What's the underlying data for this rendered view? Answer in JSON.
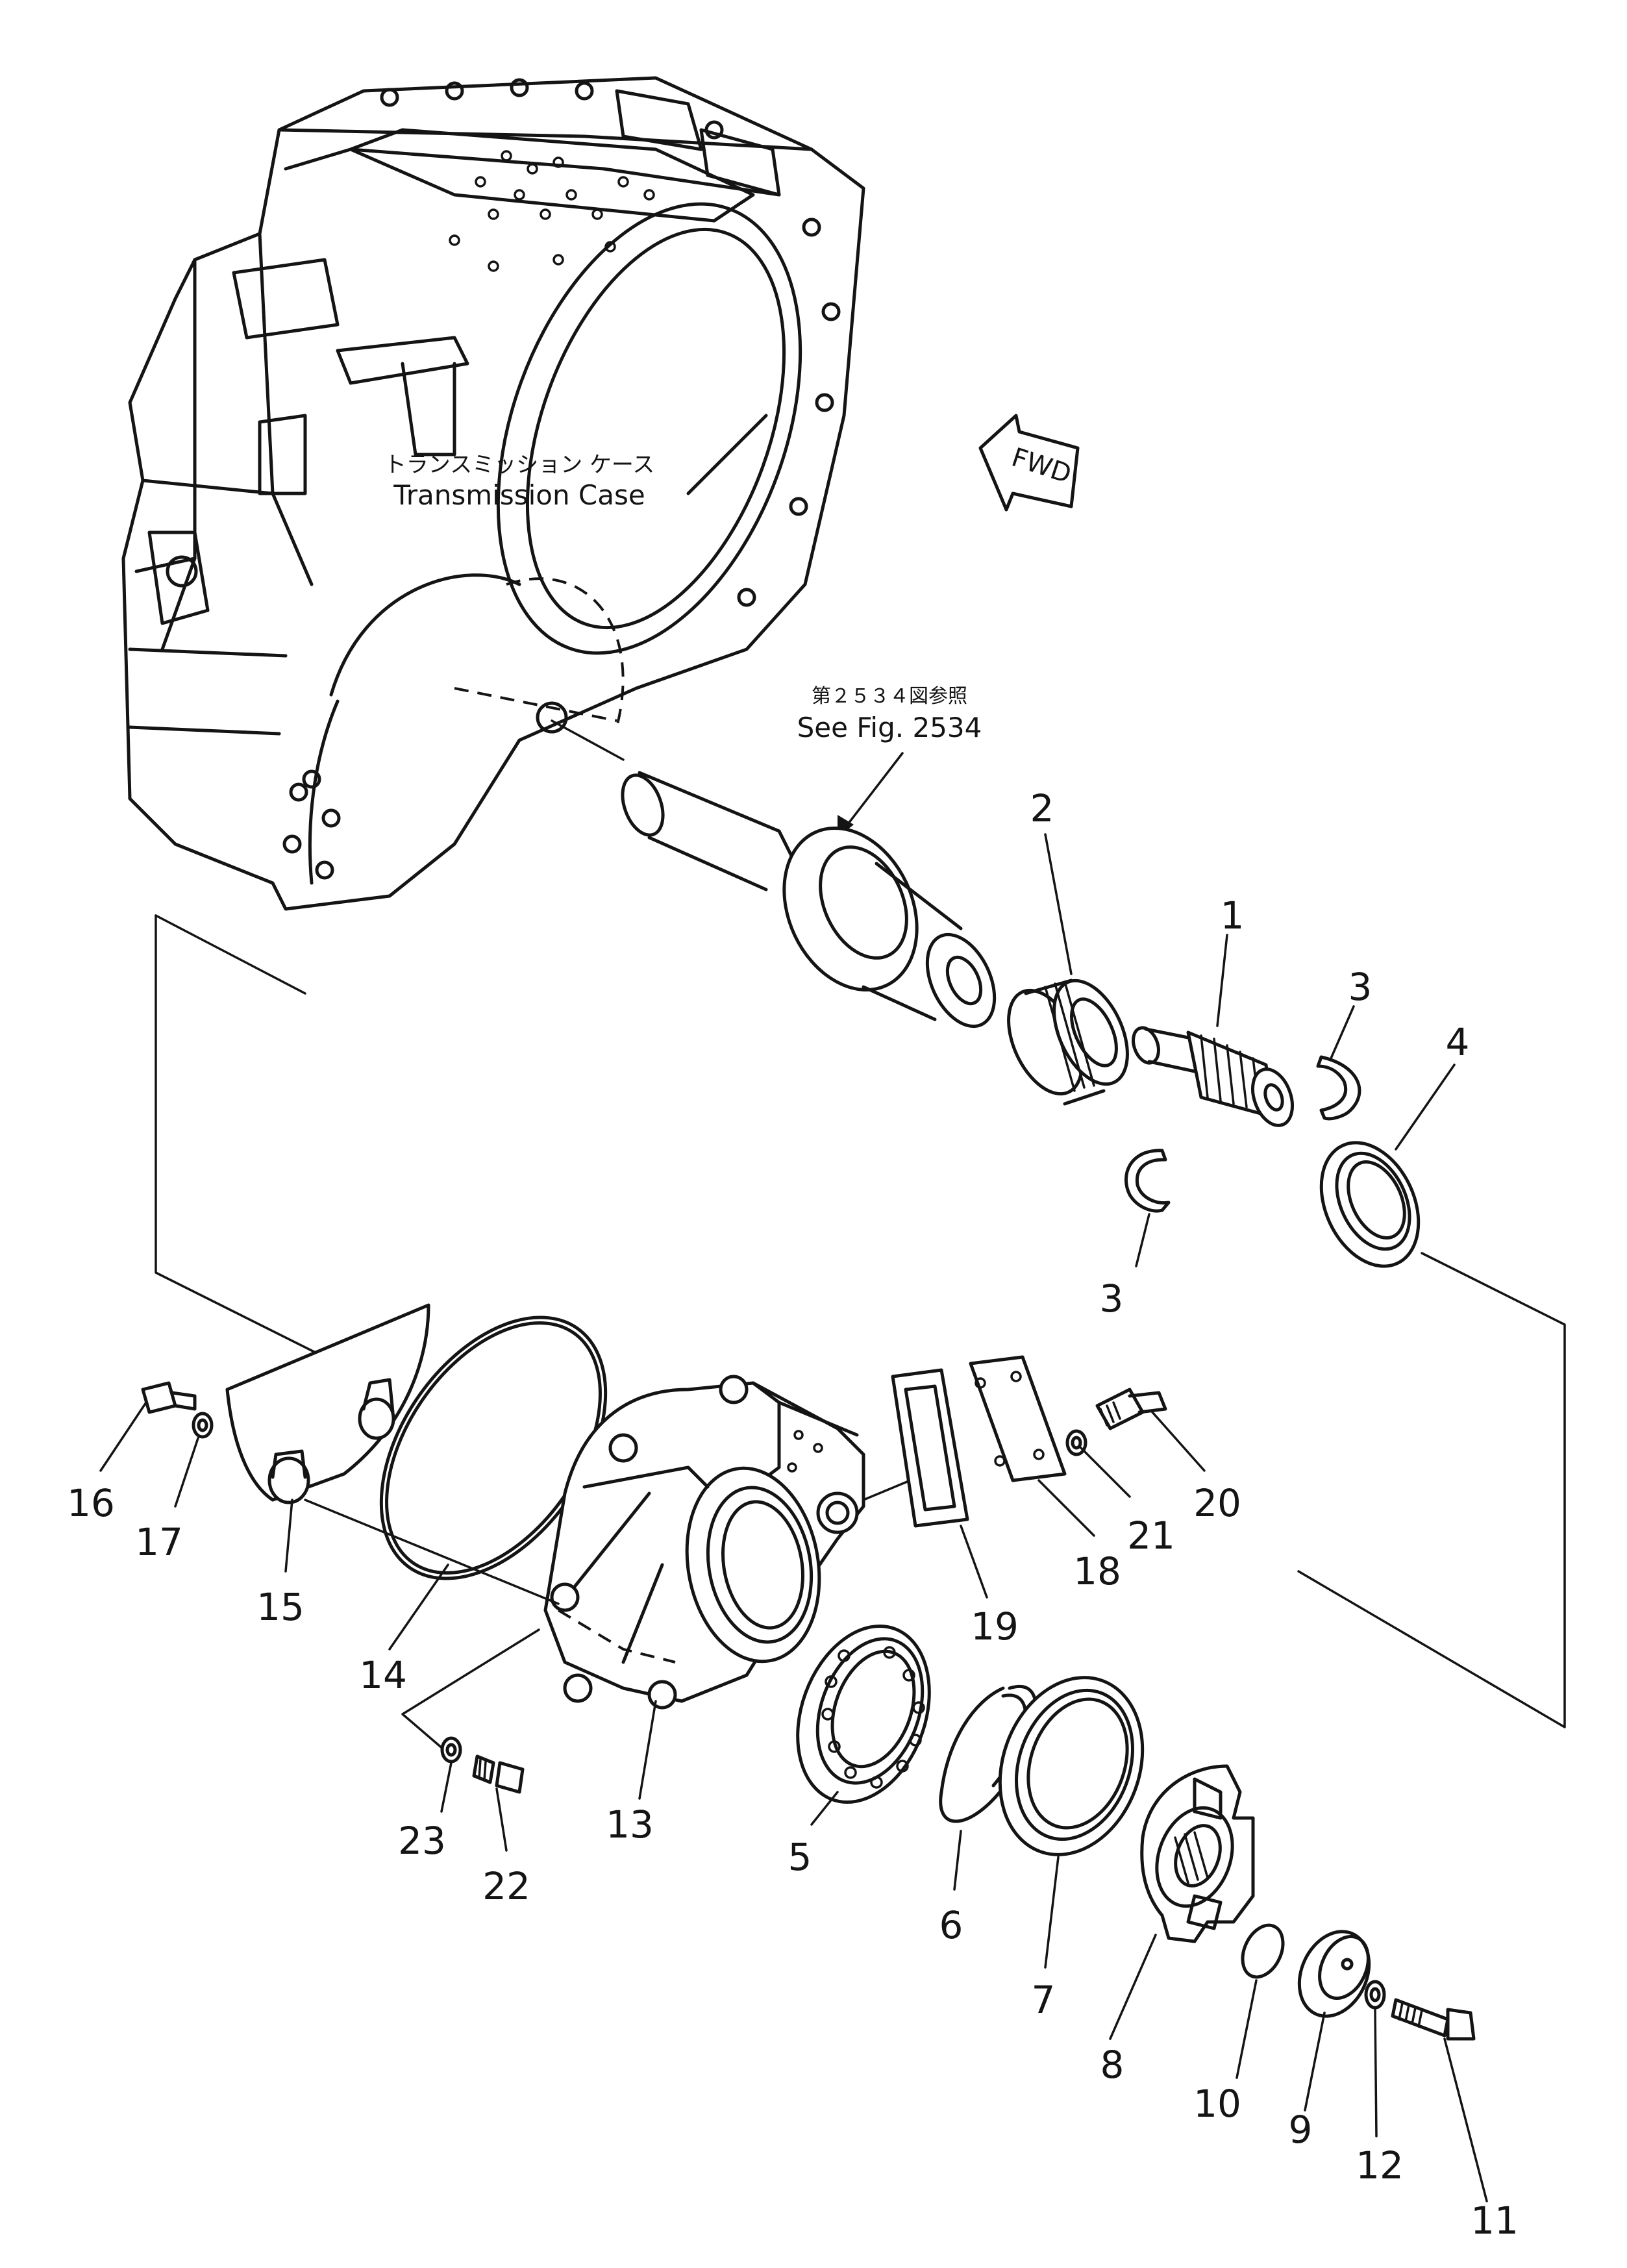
{
  "case_label": {
    "japanese": "トランスミッション ケース",
    "english": "Transmission Case"
  },
  "reference_label": {
    "japanese": "第２５３４図参照",
    "english": "See Fig. 2534"
  },
  "fwd_label": "FWD",
  "part_numbers": {
    "p1": "1",
    "p2": "2",
    "p3a": "3",
    "p3b": "3",
    "p4": "4",
    "p5": "5",
    "p6": "6",
    "p7": "7",
    "p8": "8",
    "p9": "9",
    "p10": "10",
    "p11": "11",
    "p12": "12",
    "p13": "13",
    "p14": "14",
    "p15": "15",
    "p16": "16",
    "p17": "17",
    "p18": "18",
    "p19": "19",
    "p20": "20",
    "p21": "21",
    "p22": "22",
    "p23": "23"
  }
}
